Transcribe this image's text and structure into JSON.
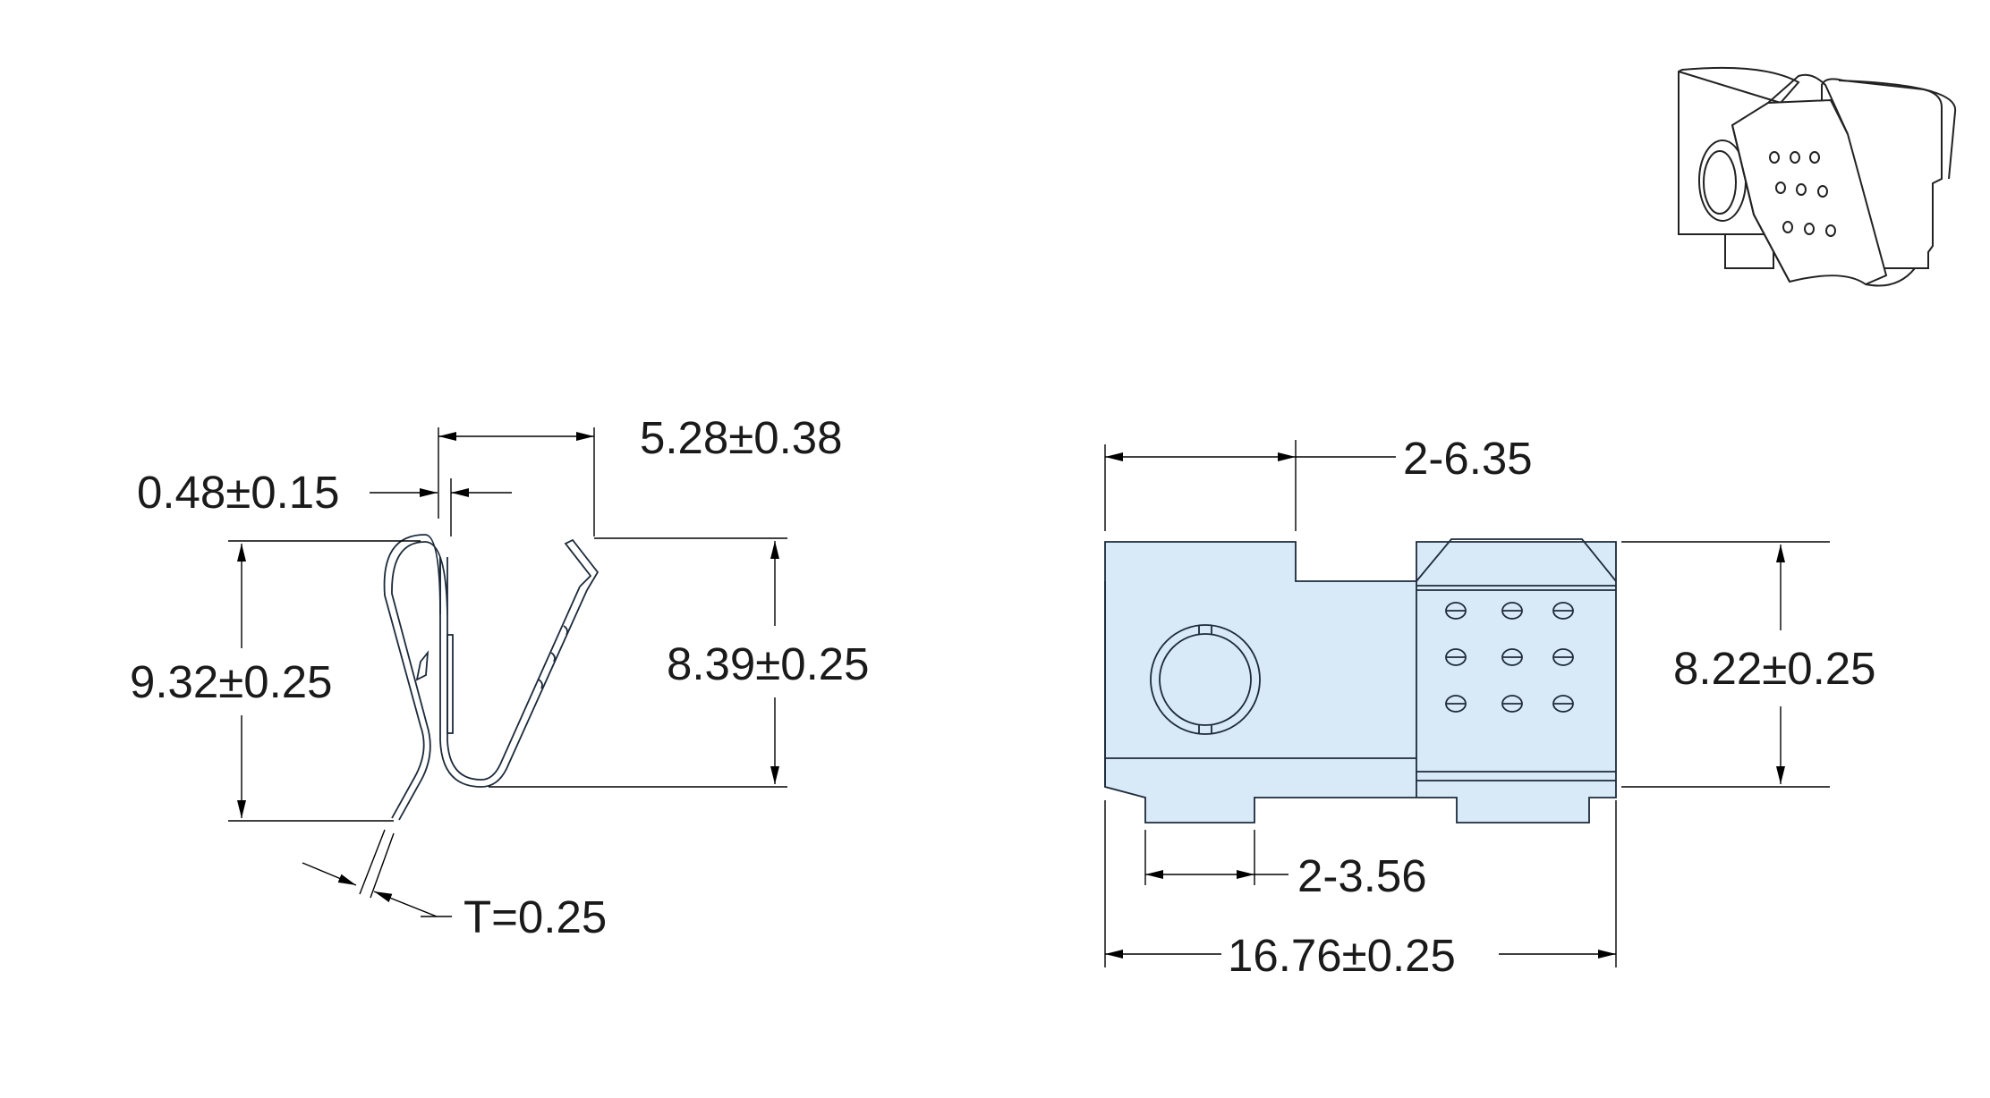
{
  "side_view": {
    "dim_opening": "5.28±0.38",
    "dim_gap": "0.48±0.15",
    "dim_overall_height": "9.32±0.25",
    "dim_inner_height": "8.39±0.25",
    "dim_thickness": "T=0.25"
  },
  "front_view": {
    "dim_tab_spacing": "2-6.35",
    "dim_foot_spacing": "2-3.56",
    "dim_overall_length": "16.76±0.25",
    "dim_height": "8.22±0.25"
  },
  "colors": {
    "part_fill": "#d8e9f8",
    "line": "#000000"
  }
}
